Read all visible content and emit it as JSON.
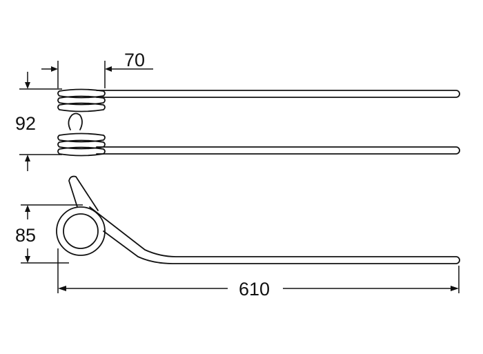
{
  "dimensions": {
    "coil_width": "70",
    "overall_height": "92",
    "coil_height": "85",
    "overall_length": "610"
  },
  "colors": {
    "line": "#111111",
    "background": "#ffffff"
  }
}
